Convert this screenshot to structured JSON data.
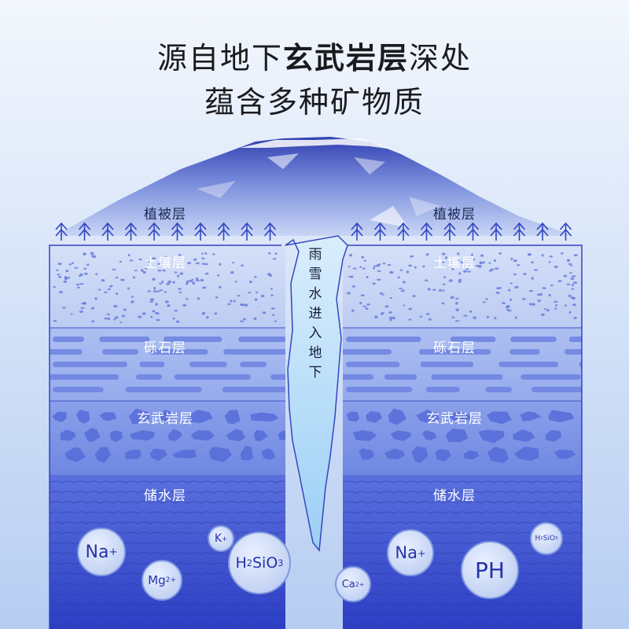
{
  "header": {
    "line1_pre": "源自地下",
    "line1_bold": "玄武岩层",
    "line1_post": "深处",
    "line2": "蕴含多种矿物质"
  },
  "layers": {
    "vegetation": "植被层",
    "soil": "土壤层",
    "gravel": "砾石层",
    "basalt": "玄武岩层",
    "aquifer": "储水层"
  },
  "channel_label": [
    "雨",
    "雪",
    "水",
    "进",
    "入",
    "地",
    "下"
  ],
  "minerals": {
    "na_left": {
      "base": "Na",
      "sup": "+"
    },
    "k": {
      "base": "K",
      "sup": "+"
    },
    "mg": {
      "base": "Mg",
      "sup": "2+"
    },
    "h2sio3_center": {
      "p1": "H",
      "sub": "2",
      "p2": "SiO",
      "sub2": "3"
    },
    "ca": {
      "base": "Ca",
      "sup": "2+"
    },
    "na_right": {
      "base": "Na",
      "sup": "+"
    },
    "ph": "PH",
    "h2sio3_small": {
      "p1": "H",
      "sub": "2",
      "p2": "SiO",
      "sub2": "3"
    }
  },
  "colors": {
    "mountain_dark": "#3d4cb8",
    "layer_soil": "#c6d3f4",
    "layer_gravel": "#9cb2ee",
    "layer_basalt": "#7d94e4",
    "layer_aquifer": "#4355cf",
    "water_channel": "#bfe0fa"
  }
}
